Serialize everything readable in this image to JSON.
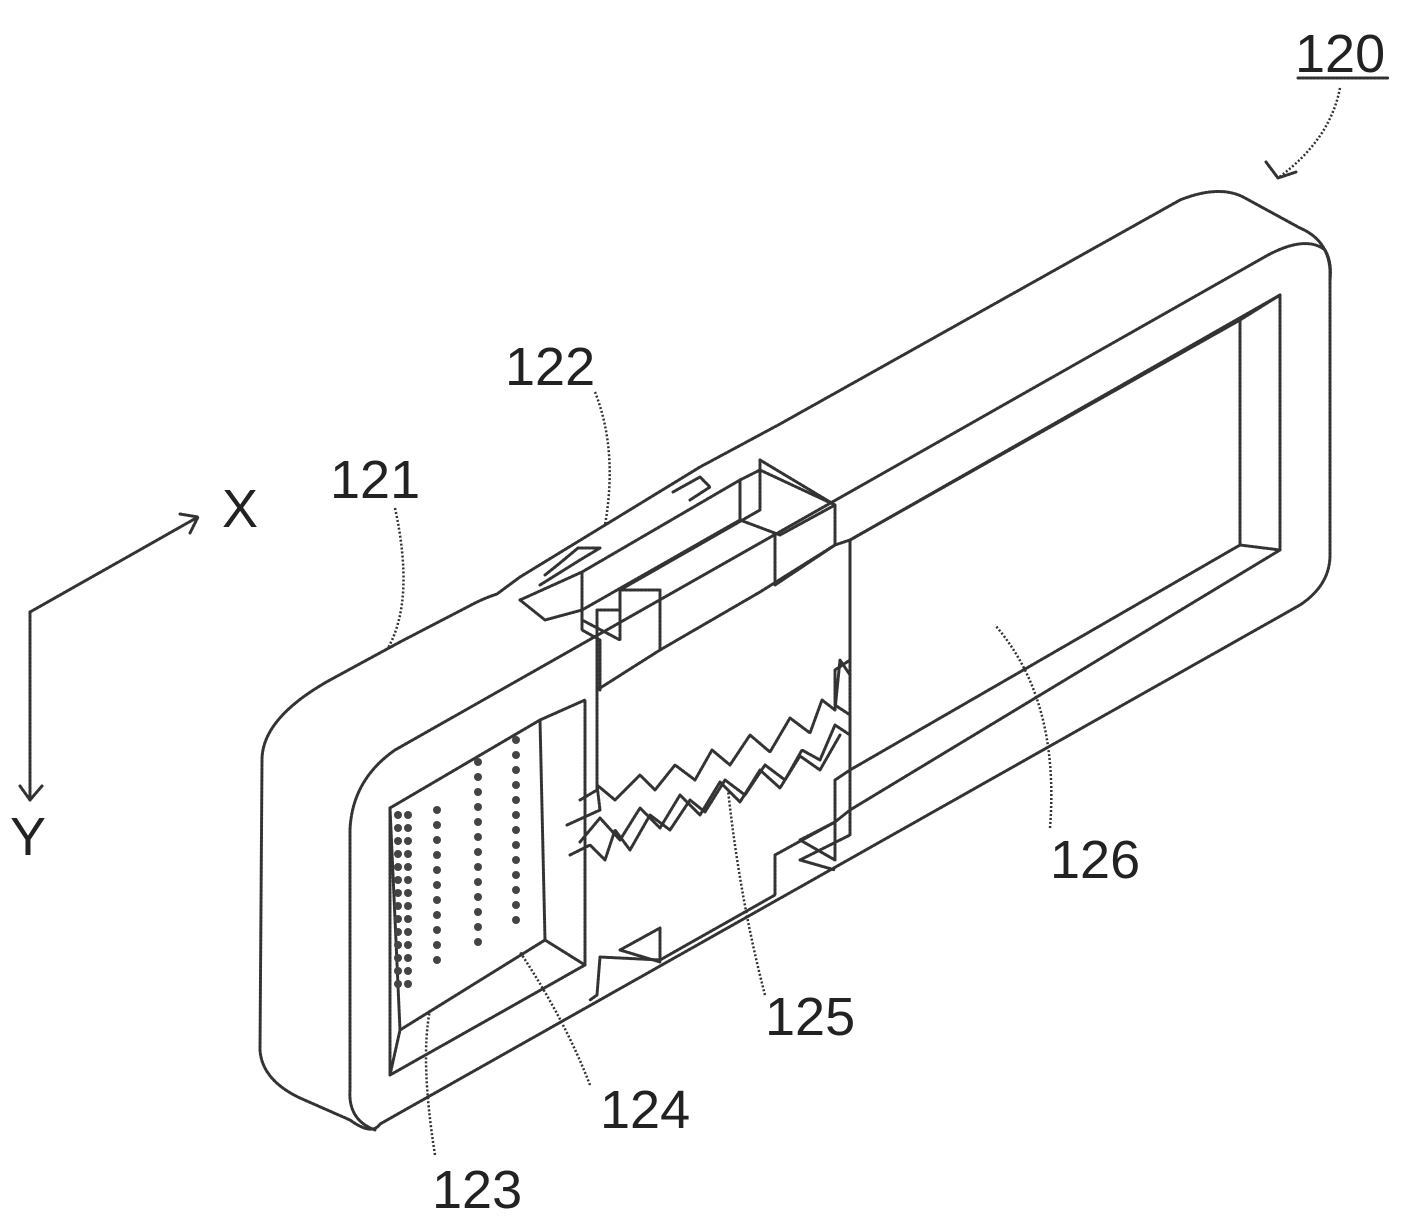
{
  "labels": {
    "assembly": "120",
    "body": "121",
    "latch": "122",
    "terminal_field": "123",
    "recess": "124",
    "zigzag_spring": "125",
    "window": "126"
  },
  "axes": {
    "x": "X",
    "y": "Y"
  }
}
